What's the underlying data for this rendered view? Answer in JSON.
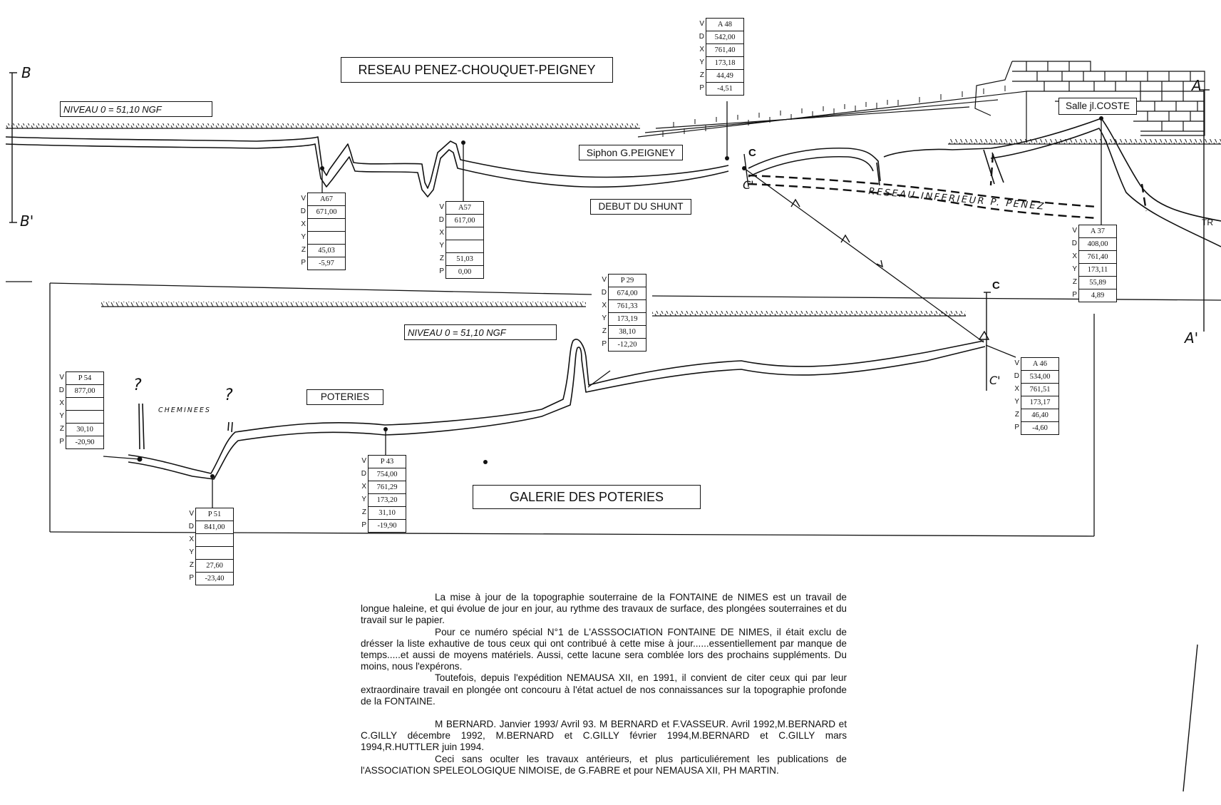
{
  "labels": {
    "title_upper": "RESEAU PENEZ-CHOUQUET-PEIGNEY",
    "title_lower": "GALERIE DES POTERIES",
    "niveau_upper": "NIVEAU 0 = 51,10 NGF",
    "niveau_lower": "NIVEAU 0 = 51,10 NGF",
    "siphon": "Siphon G.PEIGNEY",
    "debut_shunt": "DEBUT DU SHUNT",
    "salle": "Salle jl.COSTE",
    "reseau_inferieur": "RESEAU INFERIEUR P. PENEZ",
    "poteries": "POTERIES",
    "cheminees": "CHEMINEES",
    "question_1": "?",
    "question_2": "?",
    "tr": "TR"
  },
  "sections": {
    "b": "B",
    "b_prime": "B'",
    "a": "A",
    "a_prime": "A'",
    "c_upper": "C",
    "c_prime_upper": "C'",
    "c_lower": "C",
    "c_prime_lower": "C'"
  },
  "row_keys": [
    "V",
    "D",
    "X",
    "Y",
    "Z",
    "P"
  ],
  "stations": {
    "a48": [
      "A 48",
      "542,00",
      "761,40",
      "173,18",
      "44,49",
      "-4,51"
    ],
    "a67": [
      "A67",
      "671,00",
      "",
      "",
      "45,03",
      "-5,97"
    ],
    "a57": [
      "A57",
      "617,00",
      "",
      "",
      "51,03",
      "0,00"
    ],
    "a37": [
      "A 37",
      "408,00",
      "761,40",
      "173,11",
      "55,89",
      "4,89"
    ],
    "p29": [
      "P 29",
      "674,00",
      "761,33",
      "173,19",
      "38,10",
      "-12,20"
    ],
    "a46": [
      "A 46",
      "534,00",
      "761,51",
      "173,17",
      "46,40",
      "-4,60"
    ],
    "p54": [
      "P 54",
      "877,00",
      "",
      "",
      "30,10",
      "-20,90"
    ],
    "p43": [
      "P 43",
      "754,00",
      "761,29",
      "173,20",
      "31,10",
      "-19,90"
    ],
    "p51": [
      "P 51",
      "841,00",
      "",
      "",
      "27,60",
      "-23,40"
    ]
  },
  "notes": [
    "La mise à jour de la topographie souterraine de la FONTAINE de  NIMES est un travail de longue haleine, et qui évolue de jour en jour, au rythme des travaux de surface, des plongées souterraines et du travail sur le papier.",
    "Pour ce numéro spécial N°1 de L'ASSSOCIATION FONTAINE DE NIMES, il était exclu de drésser la liste exhautive de tous ceux qui ont contribué à cette mise à jour......essentiellement par manque de temps.....et aussi de moyens matériels. Aussi, cette lacune sera comblée lors des prochains suppléments. Du moins, nous l'expérons.",
    "Toutefois, depuis l'expédition NEMAUSA XII, en 1991, il convient de citer ceux qui par leur extraordinaire travail en plongée ont concouru à l'état actuel de nos connaissances sur la topographie profonde de la FONTAINE.",
    "M BERNARD. Janvier 1993/ Avril 93. M BERNARD et F.VASSEUR. Avril 1992,M.BERNARD et C.GILLY décembre 1992, M.BERNARD et C.GILLY février 1994,M.BERNARD et C.GILLY mars 1994,R.HUTTLER juin 1994.",
    "Ceci sans oculter les travaux antérieurs, et plus particuliérement les publications de l'ASSOCIATION SPELEOLOGIQUE NIMOISE, de G.FABRE et pour NEMAUSA XII, PH MARTIN."
  ]
}
